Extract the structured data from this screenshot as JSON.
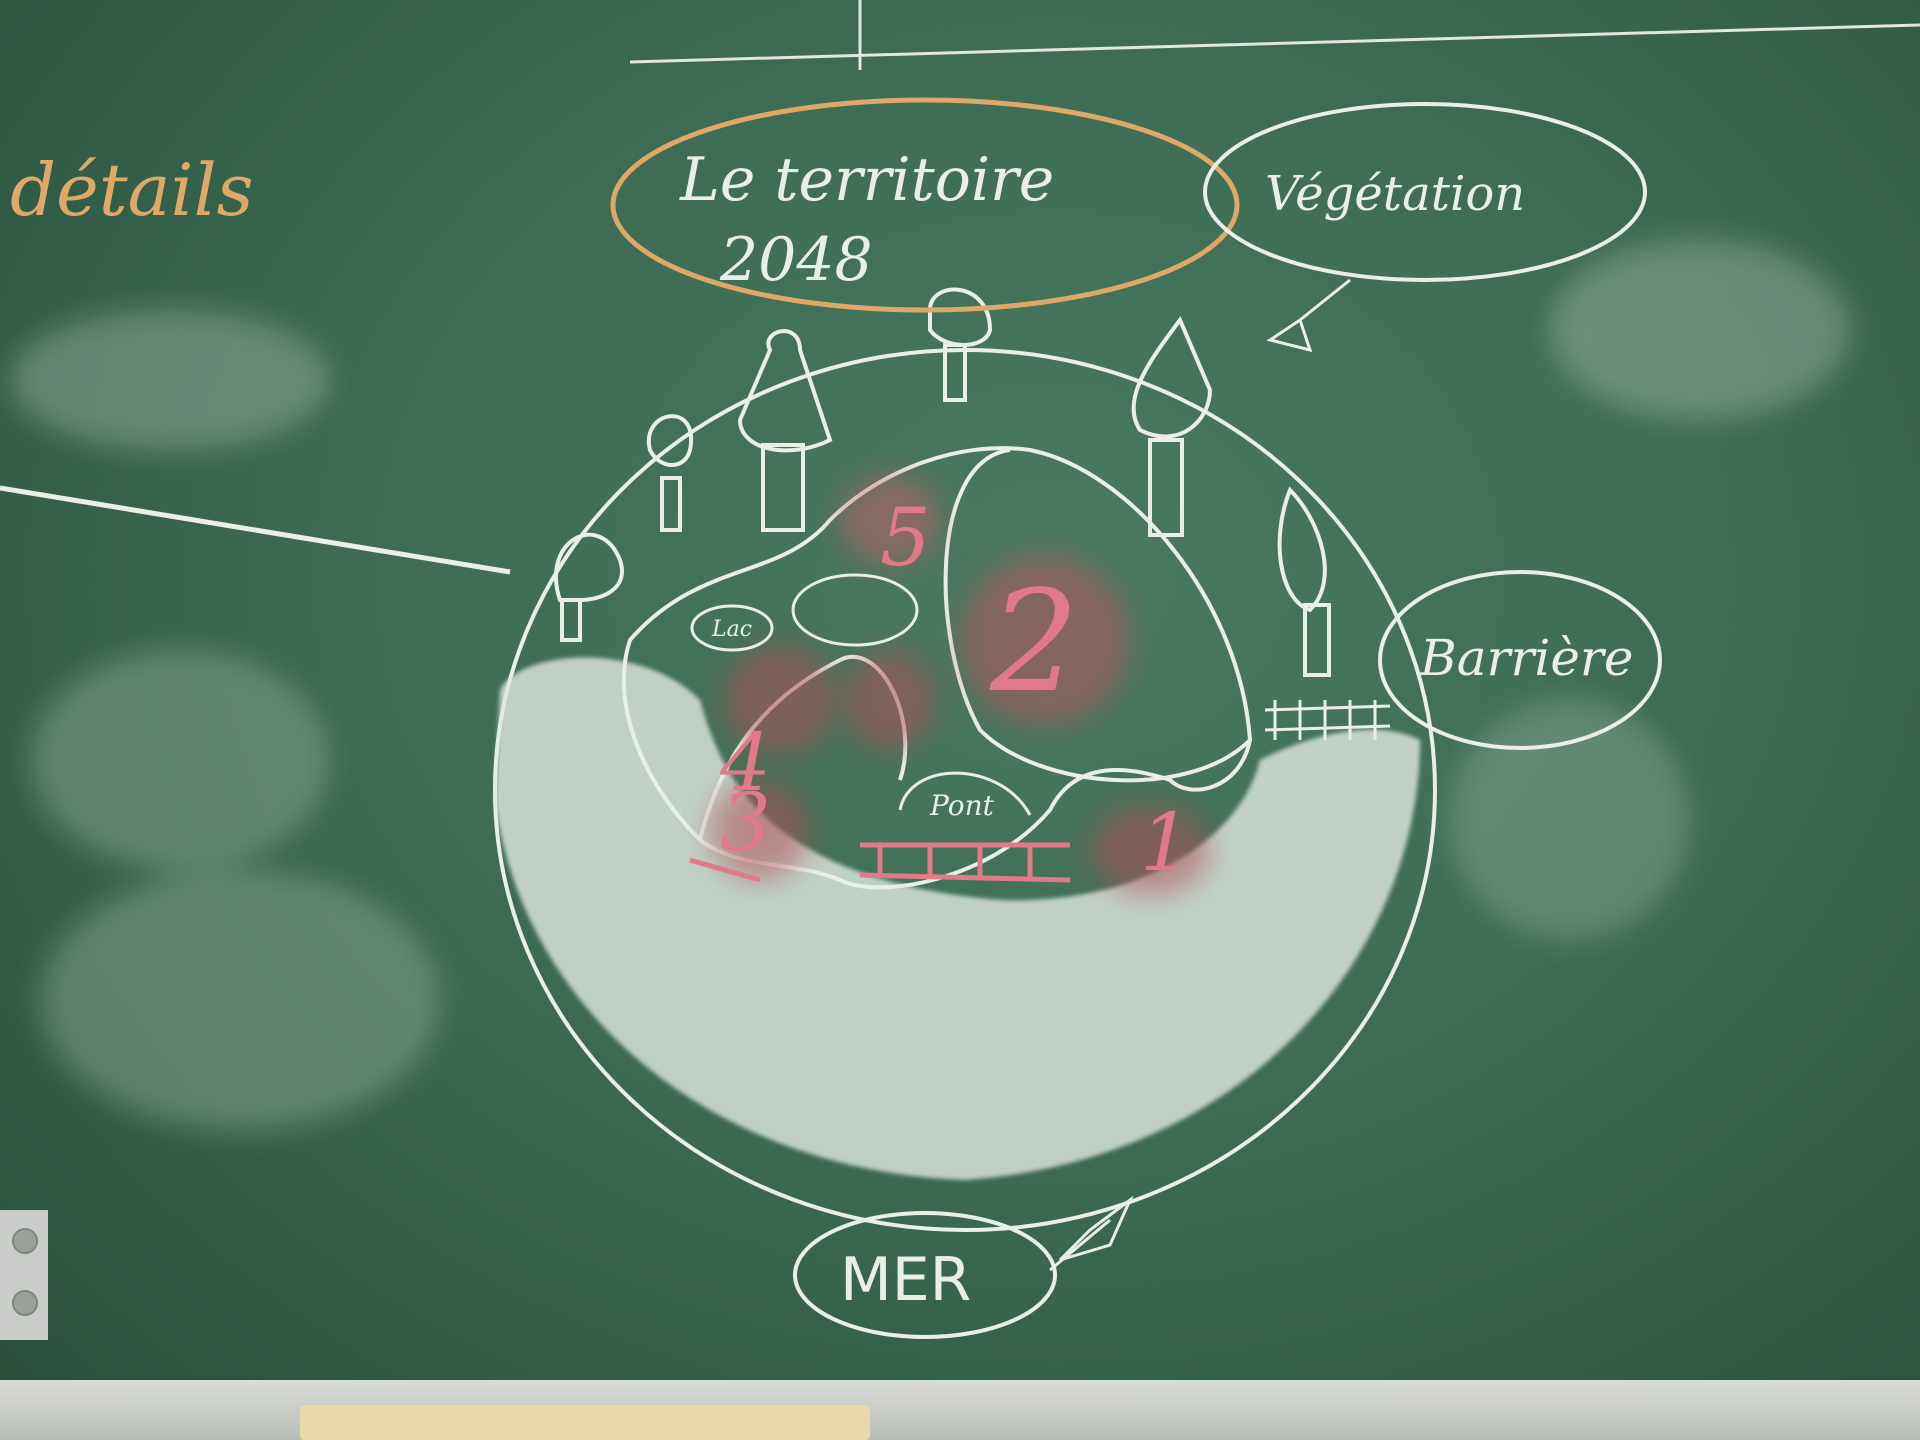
{
  "labels": {
    "details": "détails",
    "title": "Le territoire",
    "year": "2048",
    "vegetation": "Végétation",
    "barriere": "Barrière",
    "mer": "MER",
    "lac": "Lac",
    "pont": "Pont",
    "zones": [
      "5",
      "2",
      "4",
      "3",
      "1"
    ]
  },
  "colors": {
    "board": "#3d6b53",
    "chalk_white": "#e8efe9",
    "chalk_orange": "#e0a866",
    "chalk_pink": "#e07a88"
  }
}
